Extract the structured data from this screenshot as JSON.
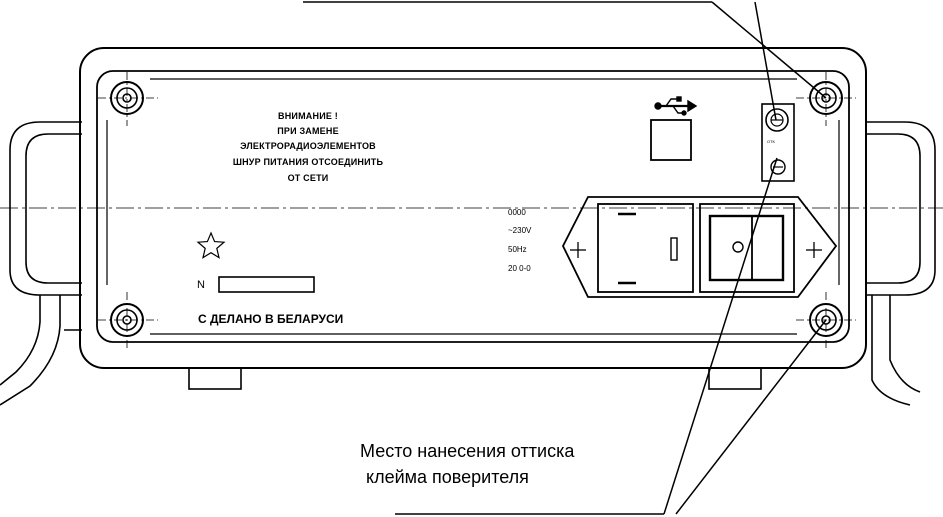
{
  "panel": {
    "warning_lines": [
      "ВНИМАНИЕ !",
      "ПРИ ЗАМЕНЕ",
      "ЭЛЕКТРОРАДИОЭЛЕМЕНТОВ",
      "ШНУР ПИТАНИЯ ОТСОЕДИНИТЬ",
      "ОТ СЕТИ"
    ],
    "serial_label": "N",
    "made_in": "С ДЕЛАНО В БЕЛАРУСИ",
    "power_specs": [
      "0000",
      "~230V",
      "50Hz",
      "20 0-0"
    ],
    "seal_stamp_text": "ОТК"
  },
  "caption": {
    "line1": "Место нанесения оттиска",
    "line2": "клейма поверителя"
  }
}
